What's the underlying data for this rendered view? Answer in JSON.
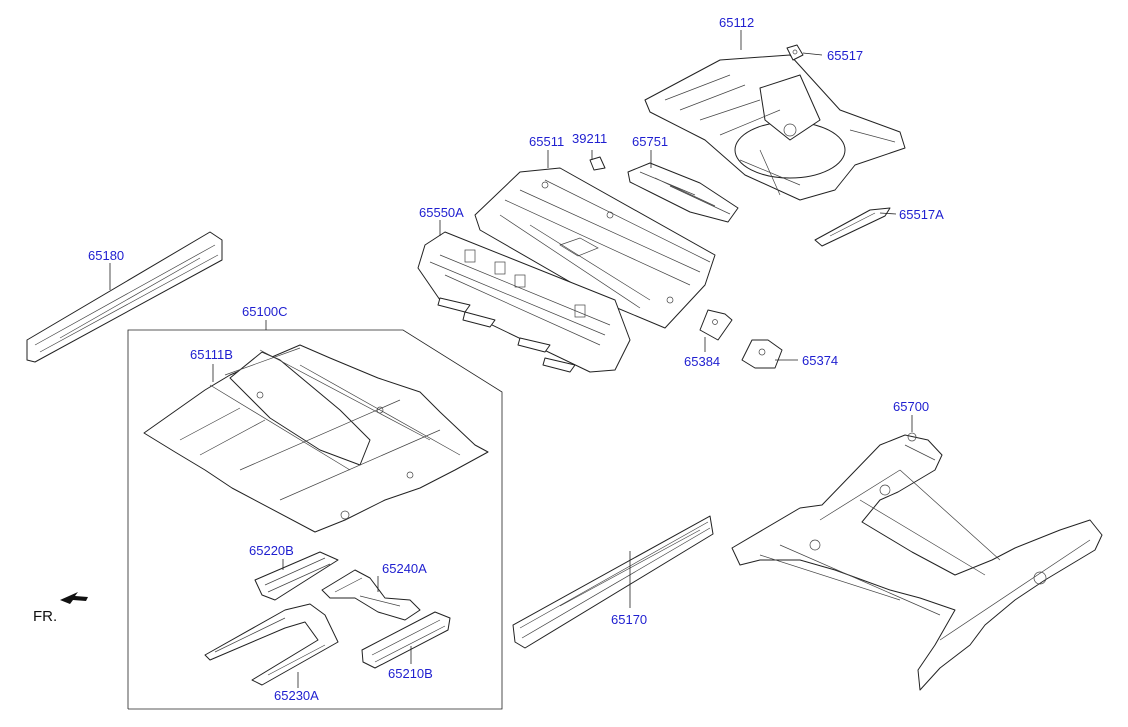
{
  "colors": {
    "callout": "#1f1fd0",
    "line": "#222222",
    "background": "#ffffff"
  },
  "direction": {
    "label": "FR.",
    "icon": "front-arrow-icon"
  },
  "parts": [
    {
      "id": "p65112",
      "number": "65112"
    },
    {
      "id": "p65517",
      "number": "65517"
    },
    {
      "id": "p65511",
      "number": "65511"
    },
    {
      "id": "p39211",
      "number": "39211"
    },
    {
      "id": "p65751",
      "number": "65751"
    },
    {
      "id": "p65550A",
      "number": "65550A"
    },
    {
      "id": "p65517A",
      "number": "65517A"
    },
    {
      "id": "p65180",
      "number": "65180"
    },
    {
      "id": "p65100C",
      "number": "65100C"
    },
    {
      "id": "p65111B",
      "number": "65111B"
    },
    {
      "id": "p65384",
      "number": "65384"
    },
    {
      "id": "p65374",
      "number": "65374"
    },
    {
      "id": "p65700",
      "number": "65700"
    },
    {
      "id": "p65220B",
      "number": "65220B"
    },
    {
      "id": "p65240A",
      "number": "65240A"
    },
    {
      "id": "p65170",
      "number": "65170"
    },
    {
      "id": "p65230A",
      "number": "65230A"
    },
    {
      "id": "p65210B",
      "number": "65210B"
    }
  ]
}
